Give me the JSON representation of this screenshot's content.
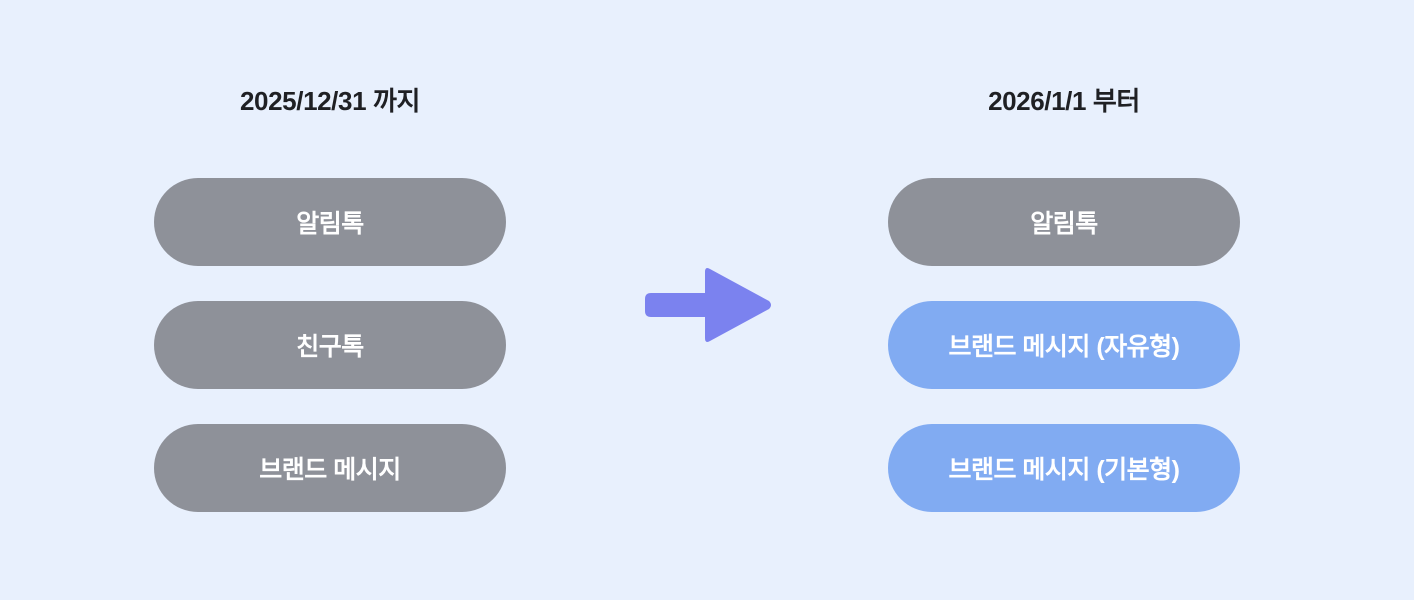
{
  "background_color": "#e8f0fd",
  "colors": {
    "heading_text": "#1f2024",
    "pill_gray": "#8e9199",
    "pill_blue": "#81abf2",
    "pill_text": "#ffffff",
    "arrow": "#7b82ef"
  },
  "arrow": {
    "icon": "arrow-right-icon",
    "direction": "right",
    "color": "#7b82ef"
  },
  "columns": [
    {
      "id": "before",
      "heading": "2025/12/31 까지",
      "pills": [
        {
          "label": "알림톡",
          "style": "gray"
        },
        {
          "label": "친구톡",
          "style": "gray"
        },
        {
          "label": "브랜드 메시지",
          "style": "gray"
        }
      ]
    },
    {
      "id": "after",
      "heading": "2026/1/1 부터",
      "pills": [
        {
          "label": "알림톡",
          "style": "gray"
        },
        {
          "label": "브랜드 메시지 (자유형)",
          "style": "blue"
        },
        {
          "label": "브랜드 메시지 (기본형)",
          "style": "blue"
        }
      ]
    }
  ]
}
